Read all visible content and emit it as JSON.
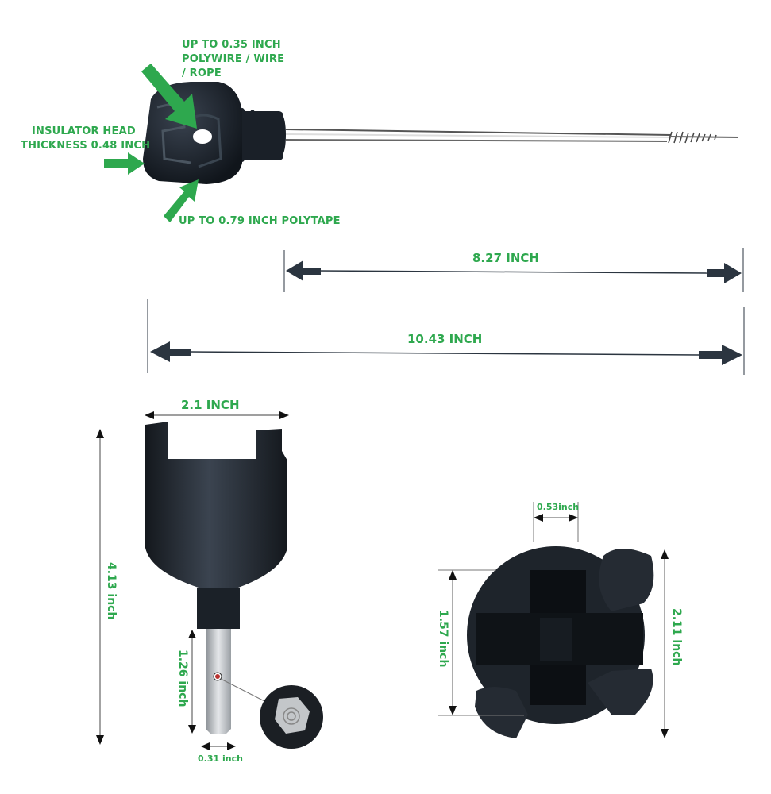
{
  "figure": {
    "subject": "Electric fence insulator with screw-in rod and drill driver adapter",
    "accent_color": "#2ea84e",
    "arrow_color": "#2b3540"
  },
  "insulator": {
    "callouts": {
      "wire_line1": "UP TO 0.35 INCH",
      "wire_line2": "POLYWIRE / WIRE",
      "wire_line3": "/ ROPE",
      "head_line1": "INSULATOR HEAD",
      "head_line2": "THICKNESS 0.48 INCH",
      "tape": "UP TO 0.79 INCH POLYTAPE"
    }
  },
  "dimensions": {
    "rod_length": "8.27 INCH",
    "total_length": "10.43 INCH"
  },
  "driver": {
    "width": "2.1 INCH",
    "height": "4.13 inch",
    "shaft_length": "1.26 inch",
    "shaft_width": "0.31 inch"
  },
  "driver_top": {
    "slot_width": "0.53inch",
    "inner_height": "1.57 inch",
    "outer_height": "2.11 inch"
  }
}
